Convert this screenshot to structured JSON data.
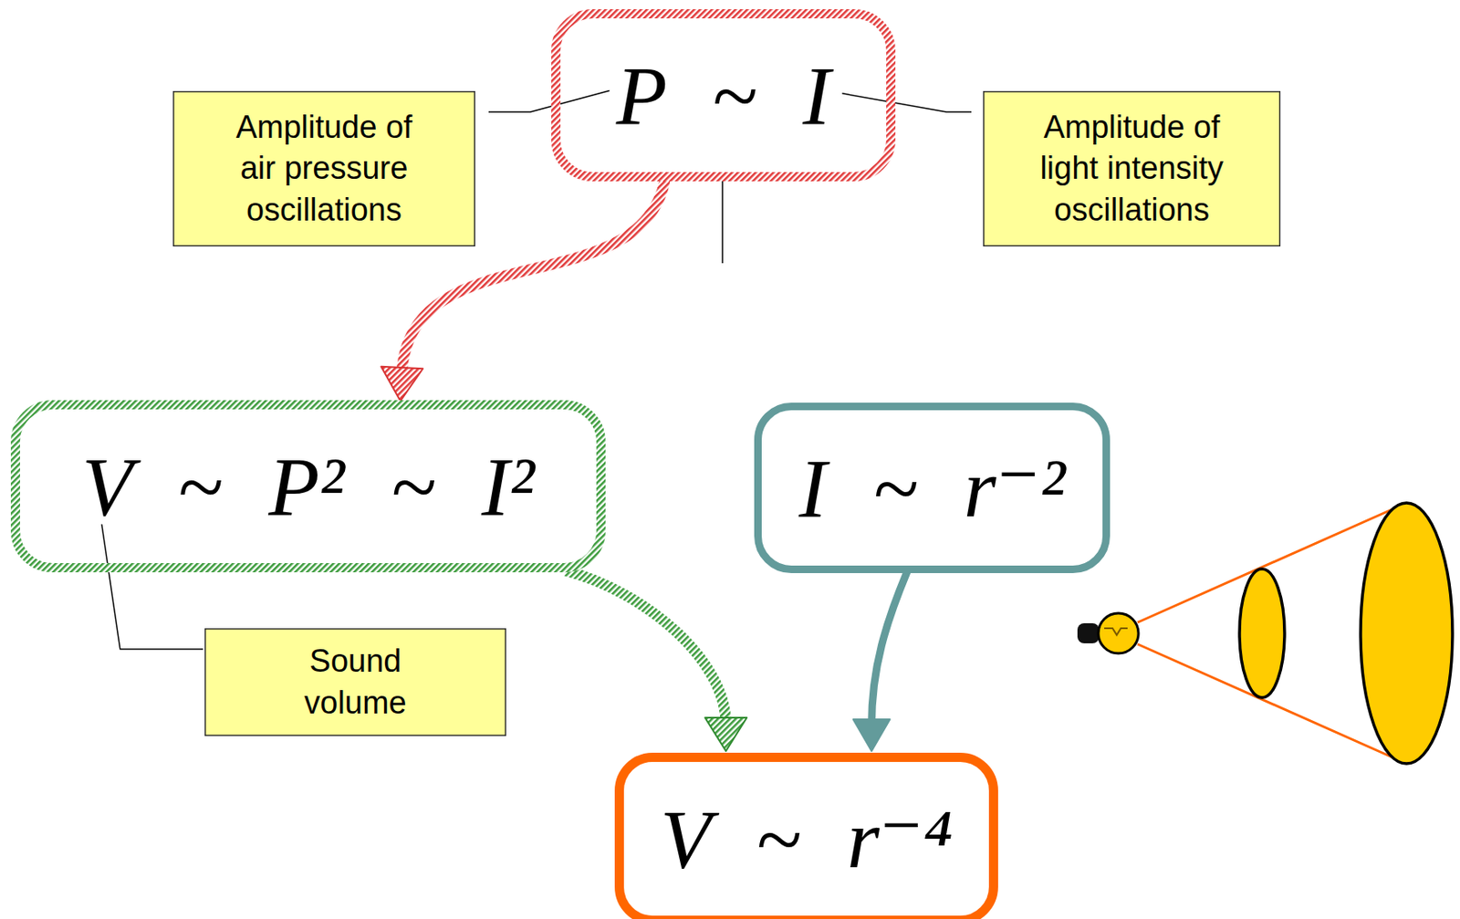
{
  "diagram": {
    "nodes": [
      {
        "text": [
          "P ~ I"
        ]
      },
      {
        "text": [
          "Amplitude of air pressure oscillations"
        ]
      },
      {
        "text": [
          "Amplitude of light intensity oscillations"
        ]
      },
      {
        "text": [
          "V ~ P² ~ I²"
        ]
      },
      {
        "text": [
          "I ~ r⁻²"
        ]
      },
      {
        "text": [
          "Sound volume"
        ]
      },
      {
        "text": [
          "V ~ r⁻⁴"
        ]
      }
    ],
    "edges": [
      {
        "from": 0,
        "to": 3,
        "arrow": "to"
      },
      {
        "from": 3,
        "to": 6,
        "arrow": "to"
      },
      {
        "from": 4,
        "to": 6,
        "arrow": "to"
      },
      {
        "from": 1,
        "to": 0,
        "arrow": "none"
      },
      {
        "from": 2,
        "to": 0,
        "arrow": "none"
      },
      {
        "from": 5,
        "to": 3,
        "arrow": "none"
      }
    ]
  }
}
